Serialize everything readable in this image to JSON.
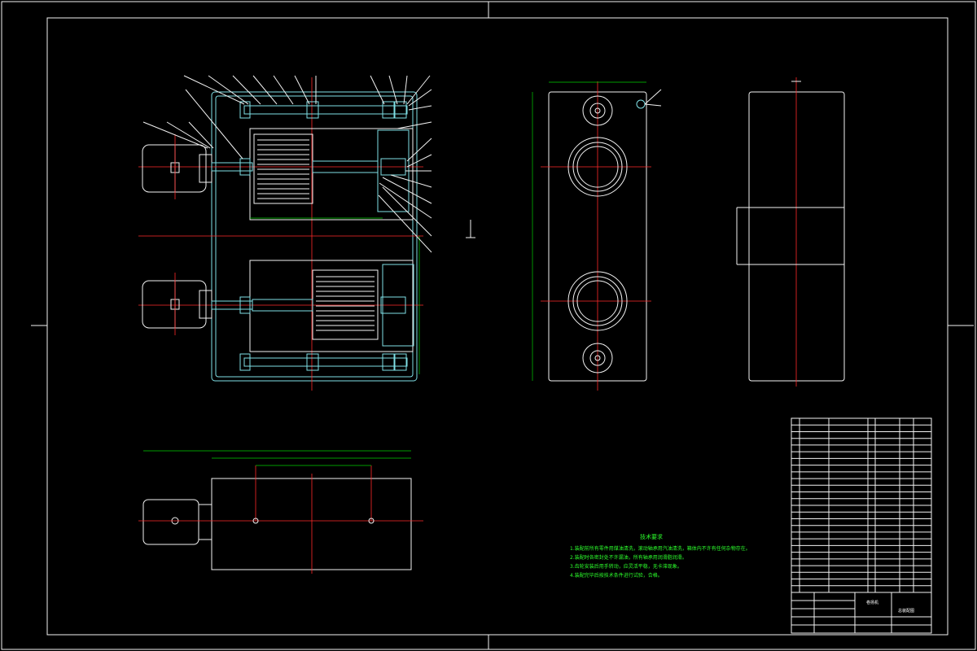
{
  "notes": {
    "heading": "技术要求",
    "lines": [
      "1.装配前所有零件用煤油清洗，滚动轴承用汽油清洗，箱体内不许有任何杂物存在。",
      "2.装配时各密封处不许漏油，所有轴承用润滑脂润滑。",
      "3.齿轮安装后用手转动，应灵活平稳，无卡滞现象。",
      "4.装配完毕后按技术条件进行试验，合格。"
    ]
  },
  "title_block": {
    "drawing_name": "卷扬机",
    "company": "总装配图"
  },
  "colors": {
    "background": "#000000",
    "outline": "#f2f2f2",
    "part": "#7fe0e6",
    "centerline": "#ff2a2a",
    "dimension": "#00d000",
    "notes": "#2cff2c"
  }
}
